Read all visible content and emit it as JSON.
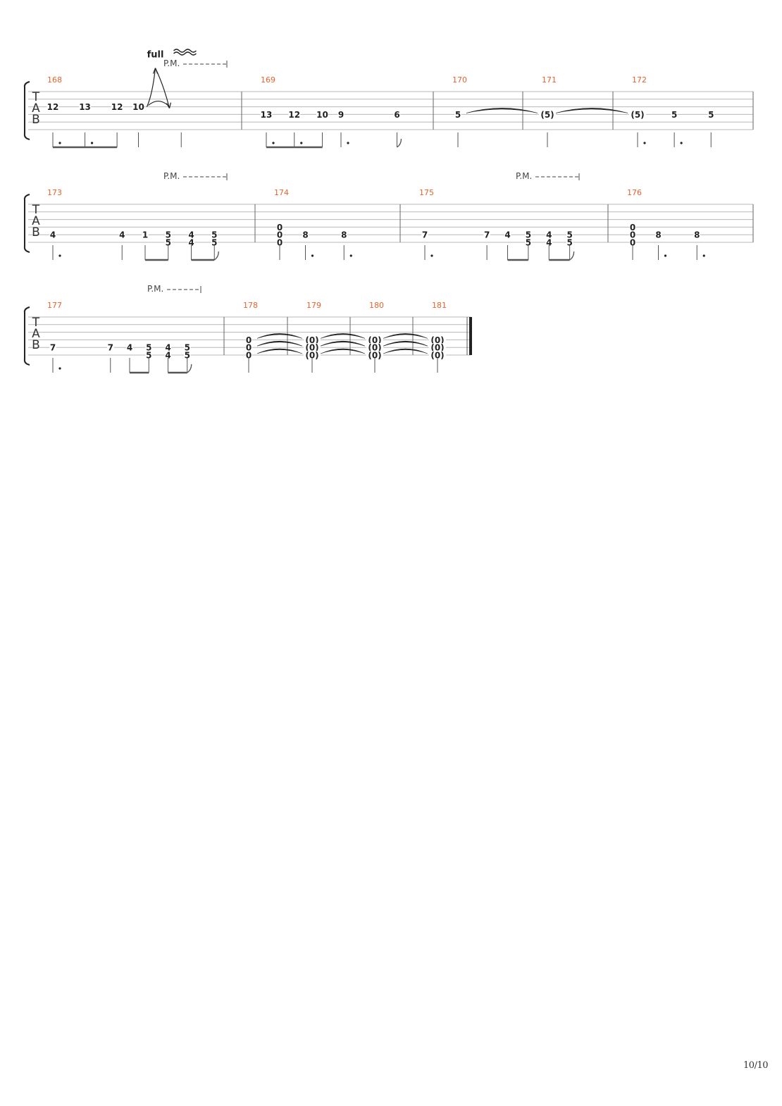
{
  "page_number": "10/10",
  "tab_clef": [
    "T",
    "A",
    "B"
  ],
  "palm_mute_label": "P.M.",
  "bend_label": "full",
  "colors": {
    "measure_number": "#e8622c",
    "staff_line": "#b8b8b8",
    "ink": "#222222"
  },
  "systems": [
    {
      "measures": [
        {
          "number": "168",
          "notes": [
            {
              "beat": 0,
              "frets": [
                [
                  3,
                  "12"
                ]
              ]
            },
            {
              "beat": 0.75,
              "frets": [
                [
                  3,
                  "13"
                ]
              ]
            },
            {
              "beat": 1.5,
              "frets": [
                [
                  3,
                  "12"
                ]
              ]
            },
            {
              "beat": 2,
              "frets": [
                [
                  3,
                  "10"
                ]
              ],
              "bend": "full",
              "vibrato": true
            },
            {
              "beat": 3,
              "frets": []
            }
          ]
        },
        {
          "number": "169",
          "notes": [
            {
              "beat": 0,
              "frets": [
                [
                  4,
                  "13"
                ]
              ]
            },
            {
              "beat": 0.75,
              "frets": [
                [
                  4,
                  "12"
                ]
              ]
            },
            {
              "beat": 1.5,
              "frets": [
                [
                  4,
                  "10"
                ]
              ]
            },
            {
              "beat": 2,
              "frets": [
                [
                  4,
                  "9"
                ]
              ]
            },
            {
              "beat": 3.5,
              "frets": [
                [
                  4,
                  "6"
                ]
              ]
            }
          ]
        },
        {
          "number": "170",
          "notes": [
            {
              "beat": 0,
              "frets": [
                [
                  4,
                  "5"
                ]
              ],
              "tie_to_next_measure": true
            }
          ]
        },
        {
          "number": "171",
          "notes": [
            {
              "beat": 0,
              "frets": [
                [
                  4,
                  "(5)"
                ]
              ],
              "tie_to_next_measure": true
            }
          ]
        },
        {
          "number": "172",
          "notes": [
            {
              "beat": 0,
              "frets": [
                [
                  4,
                  "(5)"
                ]
              ]
            },
            {
              "beat": 1.5,
              "frets": [
                [
                  4,
                  "5"
                ]
              ]
            },
            {
              "beat": 3,
              "frets": [
                [
                  4,
                  "5"
                ]
              ]
            }
          ]
        }
      ]
    },
    {
      "measures": [
        {
          "number": "173",
          "palm_mute": true,
          "notes": [
            {
              "beat": 0,
              "frets": [
                [
                  5,
                  "4"
                ]
              ]
            },
            {
              "beat": 1.5,
              "frets": [
                [
                  5,
                  "4"
                ]
              ]
            },
            {
              "beat": 2,
              "frets": [
                [
                  5,
                  "1"
                ]
              ]
            },
            {
              "beat": 2.5,
              "frets": [
                [
                  5,
                  "5"
                ],
                [
                  6,
                  "5"
                ]
              ]
            },
            {
              "beat": 3,
              "frets": [
                [
                  5,
                  "4"
                ],
                [
                  6,
                  "4"
                ]
              ]
            },
            {
              "beat": 3.5,
              "frets": [
                [
                  5,
                  "5"
                ],
                [
                  6,
                  "5"
                ]
              ]
            }
          ]
        },
        {
          "number": "174",
          "notes": [
            {
              "beat": 0,
              "frets": [
                [
                  4,
                  "0"
                ],
                [
                  5,
                  "0"
                ],
                [
                  6,
                  "0"
                ]
              ]
            },
            {
              "beat": 1,
              "frets": [
                [
                  5,
                  "8"
                ]
              ]
            },
            {
              "beat": 2.5,
              "frets": [
                [
                  5,
                  "8"
                ]
              ]
            }
          ]
        },
        {
          "number": "175",
          "palm_mute": true,
          "notes": [
            {
              "beat": 0,
              "frets": [
                [
                  5,
                  "7"
                ]
              ]
            },
            {
              "beat": 1.5,
              "frets": [
                [
                  5,
                  "7"
                ]
              ]
            },
            {
              "beat": 2,
              "frets": [
                [
                  5,
                  "4"
                ]
              ]
            },
            {
              "beat": 2.5,
              "frets": [
                [
                  5,
                  "5"
                ],
                [
                  6,
                  "5"
                ]
              ]
            },
            {
              "beat": 3,
              "frets": [
                [
                  5,
                  "4"
                ],
                [
                  6,
                  "4"
                ]
              ]
            },
            {
              "beat": 3.5,
              "frets": [
                [
                  5,
                  "5"
                ],
                [
                  6,
                  "5"
                ]
              ]
            }
          ]
        },
        {
          "number": "176",
          "notes": [
            {
              "beat": 0,
              "frets": [
                [
                  4,
                  "0"
                ],
                [
                  5,
                  "0"
                ],
                [
                  6,
                  "0"
                ]
              ]
            },
            {
              "beat": 1,
              "frets": [
                [
                  5,
                  "8"
                ]
              ]
            },
            {
              "beat": 2.5,
              "frets": [
                [
                  5,
                  "8"
                ]
              ]
            }
          ]
        }
      ]
    },
    {
      "measures": [
        {
          "number": "177",
          "palm_mute": true,
          "notes": [
            {
              "beat": 0,
              "frets": [
                [
                  5,
                  "7"
                ]
              ]
            },
            {
              "beat": 1.5,
              "frets": [
                [
                  5,
                  "7"
                ]
              ]
            },
            {
              "beat": 2,
              "frets": [
                [
                  5,
                  "4"
                ]
              ]
            },
            {
              "beat": 2.5,
              "frets": [
                [
                  5,
                  "5"
                ],
                [
                  6,
                  "5"
                ]
              ]
            },
            {
              "beat": 3,
              "frets": [
                [
                  5,
                  "4"
                ],
                [
                  6,
                  "4"
                ]
              ]
            },
            {
              "beat": 3.5,
              "frets": [
                [
                  5,
                  "5"
                ],
                [
                  6,
                  "5"
                ]
              ]
            }
          ]
        },
        {
          "number": "178",
          "notes": [
            {
              "beat": 0,
              "frets": [
                [
                  4,
                  "0"
                ],
                [
                  5,
                  "0"
                ],
                [
                  6,
                  "0"
                ]
              ],
              "tie_to_next_measure": true
            }
          ]
        },
        {
          "number": "179",
          "notes": [
            {
              "beat": 0,
              "frets": [
                [
                  4,
                  "(0)"
                ],
                [
                  5,
                  "(0)"
                ],
                [
                  6,
                  "(0)"
                ]
              ],
              "tie_to_next_measure": true
            }
          ]
        },
        {
          "number": "180",
          "notes": [
            {
              "beat": 0,
              "frets": [
                [
                  4,
                  "(0)"
                ],
                [
                  5,
                  "(0)"
                ],
                [
                  6,
                  "(0)"
                ]
              ],
              "tie_to_next_measure": true
            }
          ]
        },
        {
          "number": "181",
          "notes": [
            {
              "beat": 0,
              "frets": [
                [
                  4,
                  "(0)"
                ],
                [
                  5,
                  "(0)"
                ],
                [
                  6,
                  "(0)"
                ]
              ]
            }
          ]
        }
      ]
    }
  ]
}
